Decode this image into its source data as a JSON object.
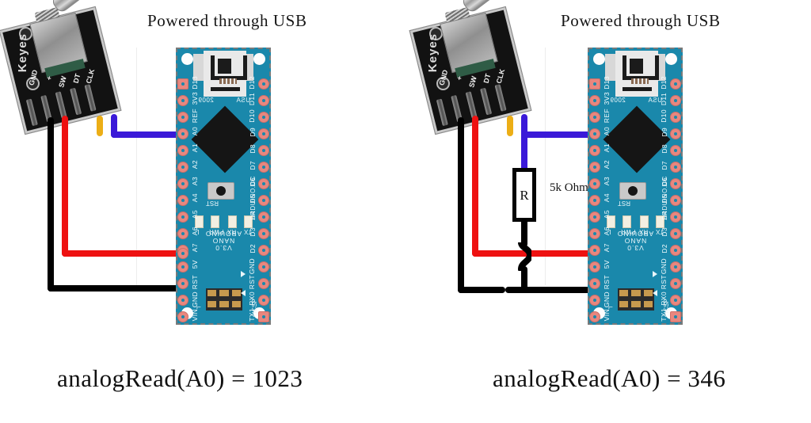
{
  "figure": {
    "title_left": "Powered through USB",
    "title_right": "Powered through USB",
    "caption_left": "analogRead(A0) = 1023",
    "caption_right": "analogRead(A0) = 346",
    "resistor_label": "5k Ohm",
    "resistor_symbol": "R"
  },
  "colors": {
    "board": "#1a88ab",
    "pad": "#e8877f",
    "wire_ground": "#000000",
    "wire_power": "#ee1111",
    "wire_signal": "#3a19d8",
    "wire_unused": "#ecae16",
    "text": "#151515"
  },
  "encoder": {
    "brand": "Keyes",
    "pins": [
      "GND",
      "+",
      "SW",
      "DT",
      "CLK"
    ]
  },
  "nano": {
    "name_line1": "ARDUINO",
    "name_line2": "NANO",
    "name_line3": "V3.0",
    "silk_left": "2009",
    "silk_right": "USA",
    "site": "ARDUINO.CC",
    "reset_label": "RST",
    "icsp_label": "ICSP",
    "leds": [
      "L",
      "PWR",
      "RX",
      "TX"
    ],
    "pins_left": [
      "D13",
      "3V3",
      "REF",
      "A0",
      "A1",
      "A2",
      "A3",
      "A4",
      "A5",
      "A6",
      "A7",
      "5V",
      "RST",
      "GND",
      "VIN"
    ],
    "pins_right": [
      "D12",
      "D11",
      "D10",
      "D9",
      "D8",
      "D7",
      "D6",
      "D5",
      "D4",
      "D3",
      "D2",
      "GND",
      "RST",
      "RX0",
      "TX1"
    ]
  },
  "wiring": {
    "left_panel": [
      {
        "from": "encoder.GND",
        "to": "nano.GND",
        "color": "black"
      },
      {
        "from": "encoder.+",
        "to": "nano.5V",
        "color": "red"
      },
      {
        "from": "encoder.CLK",
        "to": "nano.A0",
        "color": "blue"
      }
    ],
    "right_panel": [
      {
        "from": "encoder.GND",
        "to": "nano.GND",
        "color": "black"
      },
      {
        "from": "encoder.+",
        "to": "nano.5V",
        "color": "red"
      },
      {
        "from": "encoder.CLK",
        "to": "nano.A0",
        "color": "blue"
      },
      {
        "from": "A0 node",
        "to": "resistor R",
        "color": "blue"
      },
      {
        "from": "resistor R",
        "to": "ground rail",
        "color": "black"
      }
    ]
  }
}
